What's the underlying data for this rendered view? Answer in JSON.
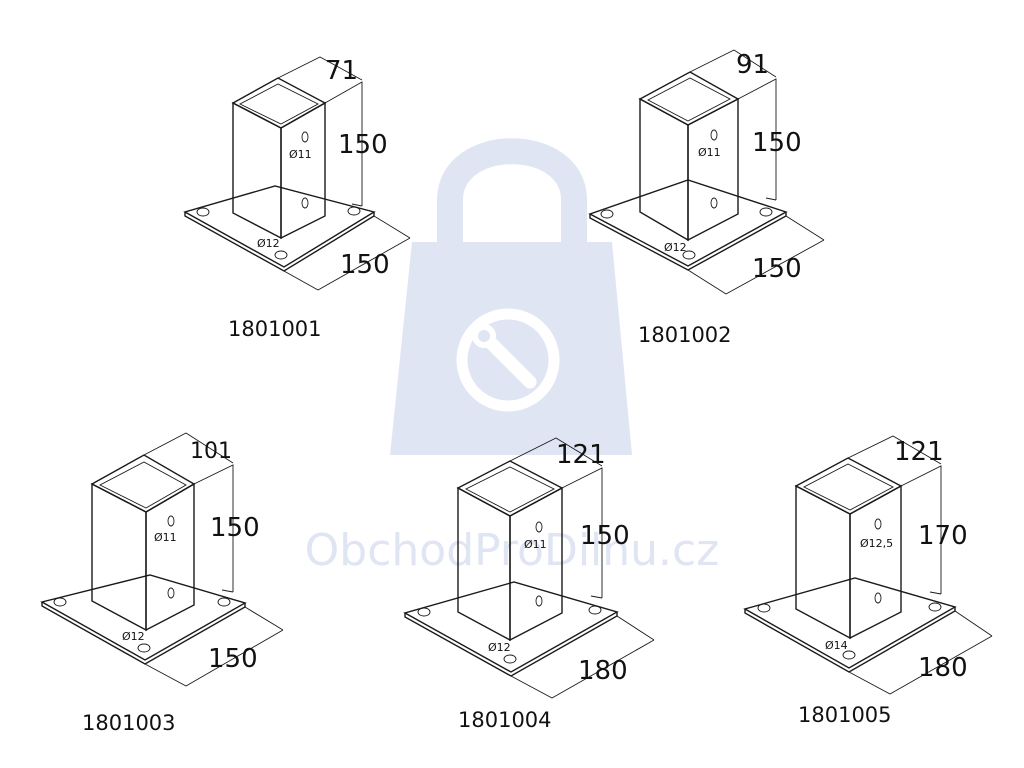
{
  "watermark": {
    "text": "ObchodProDilnu.cz",
    "icon": "shopping-bag-wrench-icon",
    "color": "#dfe5f2"
  },
  "products": [
    {
      "code": "1801001",
      "tube_width": "71",
      "tube_height": "150",
      "plate_size": "150",
      "tube_hole": "Ø11",
      "plate_hole": "Ø12"
    },
    {
      "code": "1801002",
      "tube_width": "91",
      "tube_height": "150",
      "plate_size": "150",
      "tube_hole": "Ø11",
      "plate_hole": "Ø12"
    },
    {
      "code": "1801003",
      "tube_width": "101",
      "tube_height": "150",
      "plate_size": "150",
      "tube_hole": "Ø11",
      "plate_hole": "Ø12"
    },
    {
      "code": "1801004",
      "tube_width": "121",
      "tube_height": "150",
      "plate_size": "180",
      "tube_hole": "Ø11",
      "plate_hole": "Ø12"
    },
    {
      "code": "1801005",
      "tube_width": "121",
      "tube_height": "170",
      "plate_size": "180",
      "tube_hole": "Ø12,5",
      "plate_hole": "Ø14"
    }
  ]
}
